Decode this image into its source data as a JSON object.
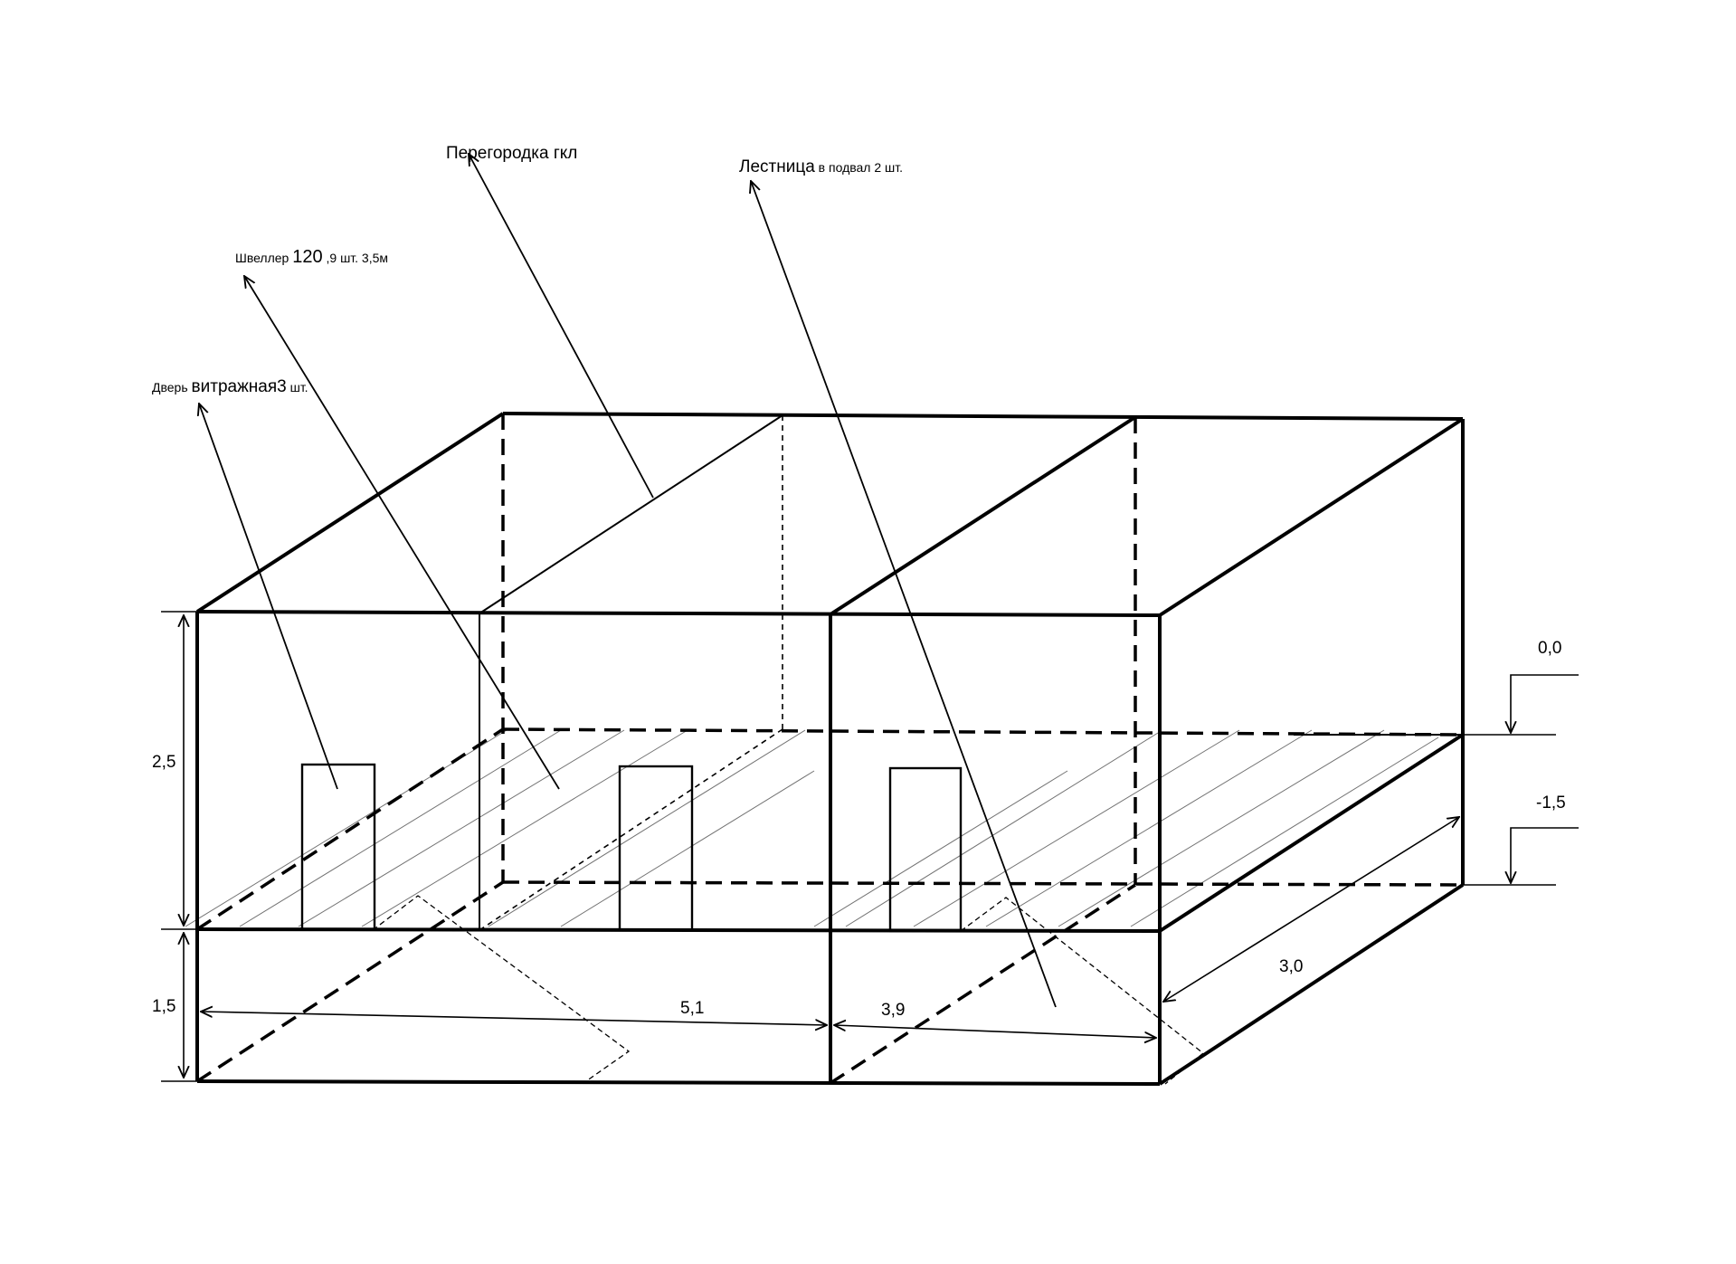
{
  "labels": {
    "partition": {
      "main": "Перегородка гкл",
      "extra": ""
    },
    "stairs": {
      "main": "Лестница",
      "extra": " в подвал 2 шт."
    },
    "channel": {
      "main": "Швеллер ",
      "big": "120",
      "extra": " ,9 шт. 3,5м"
    },
    "door": {
      "main": "Дверь ",
      "big": "витражная3",
      "extra": " шт."
    }
  },
  "dimensions": {
    "height_upper": "2,5",
    "height_lower": "1,5",
    "length_left": "5,1",
    "length_right": "3,9",
    "depth": "3,0",
    "level_zero": "0,0",
    "level_minus": "-1,5"
  }
}
